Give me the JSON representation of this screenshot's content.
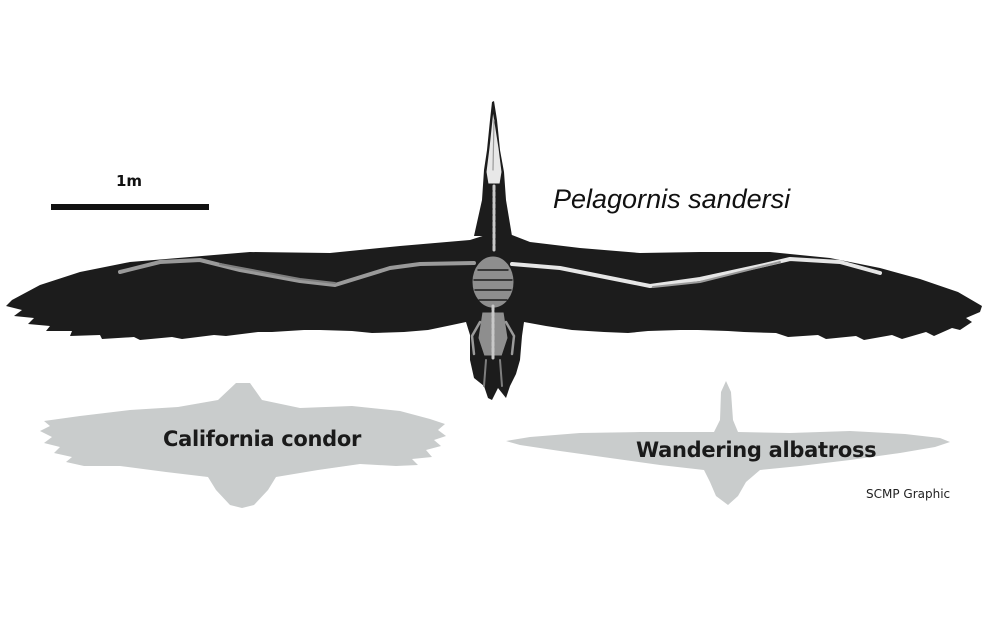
{
  "scale_bar": {
    "label": "1m"
  },
  "species": {
    "pelagornis": {
      "name": "Pelagornis sandersi"
    },
    "condor": {
      "name": "California condor"
    },
    "albatross": {
      "name": "Wandering albatross"
    }
  },
  "credit": "SCMP Graphic",
  "colors": {
    "pelagornis_body": "#1c1c1c",
    "bone_light": "#e8e8e8",
    "bone_grey": "#9a9a9a",
    "silhouette": "#c9cccc",
    "scale_bar": "#111111"
  }
}
